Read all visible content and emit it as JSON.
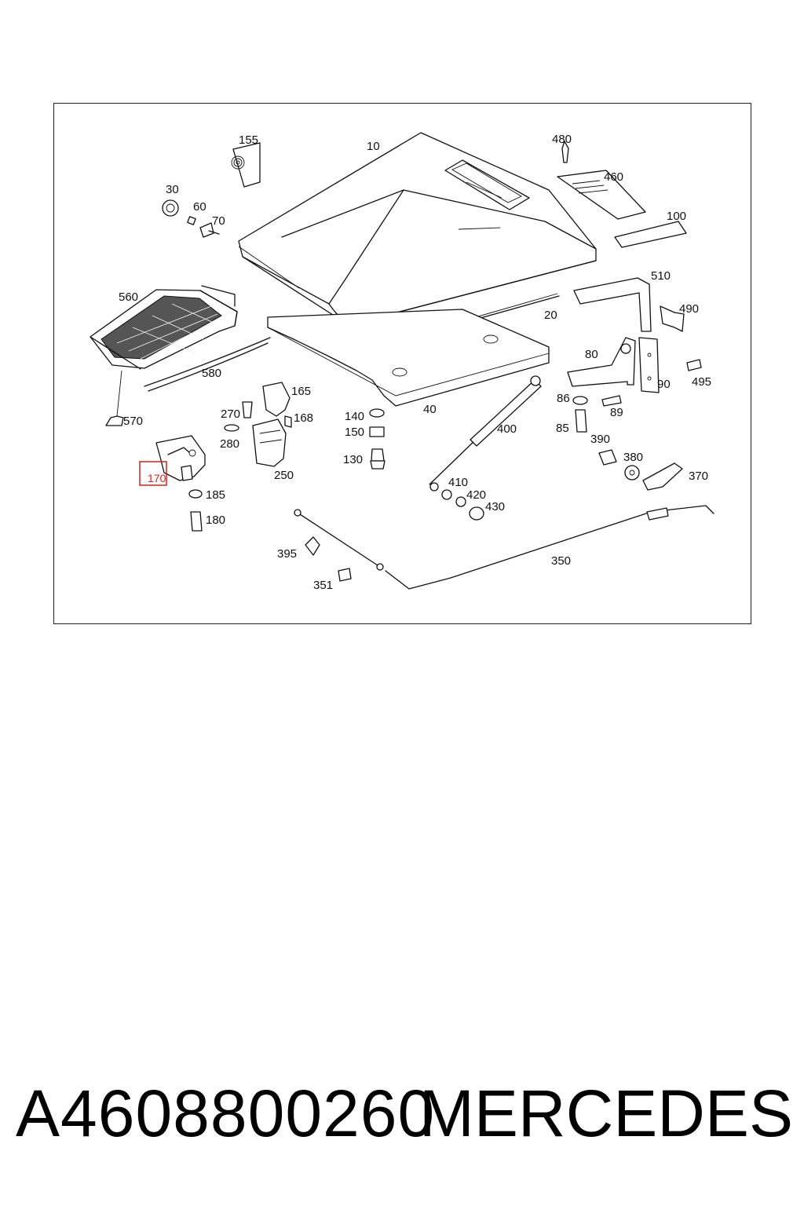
{
  "diagram": {
    "highlighted_callout": "170",
    "callouts": {
      "c10": "10",
      "c20": "20",
      "c30": "30",
      "c40": "40",
      "c60": "60",
      "c70": "70",
      "c80": "80",
      "c85": "85",
      "c86": "86",
      "c89": "89",
      "c90": "90",
      "c100": "100",
      "c130": "130",
      "c140": "140",
      "c150": "150",
      "c155": "155",
      "c165": "165",
      "c168": "168",
      "c170": "170",
      "c180": "180",
      "c185": "185",
      "c250": "250",
      "c270": "270",
      "c280": "280",
      "c350": "350",
      "c351": "351",
      "c370": "370",
      "c380": "380",
      "c390": "390",
      "c395": "395",
      "c400": "400",
      "c410": "410",
      "c420": "420",
      "c430": "430",
      "c460": "460",
      "c480": "480",
      "c490": "490",
      "c495": "495",
      "c510": "510",
      "c560": "560",
      "c570": "570",
      "c580": "580"
    },
    "highlight_color": "#d22222"
  },
  "footer": {
    "part_number": "A4608800260",
    "brand": "MERCEDES"
  }
}
